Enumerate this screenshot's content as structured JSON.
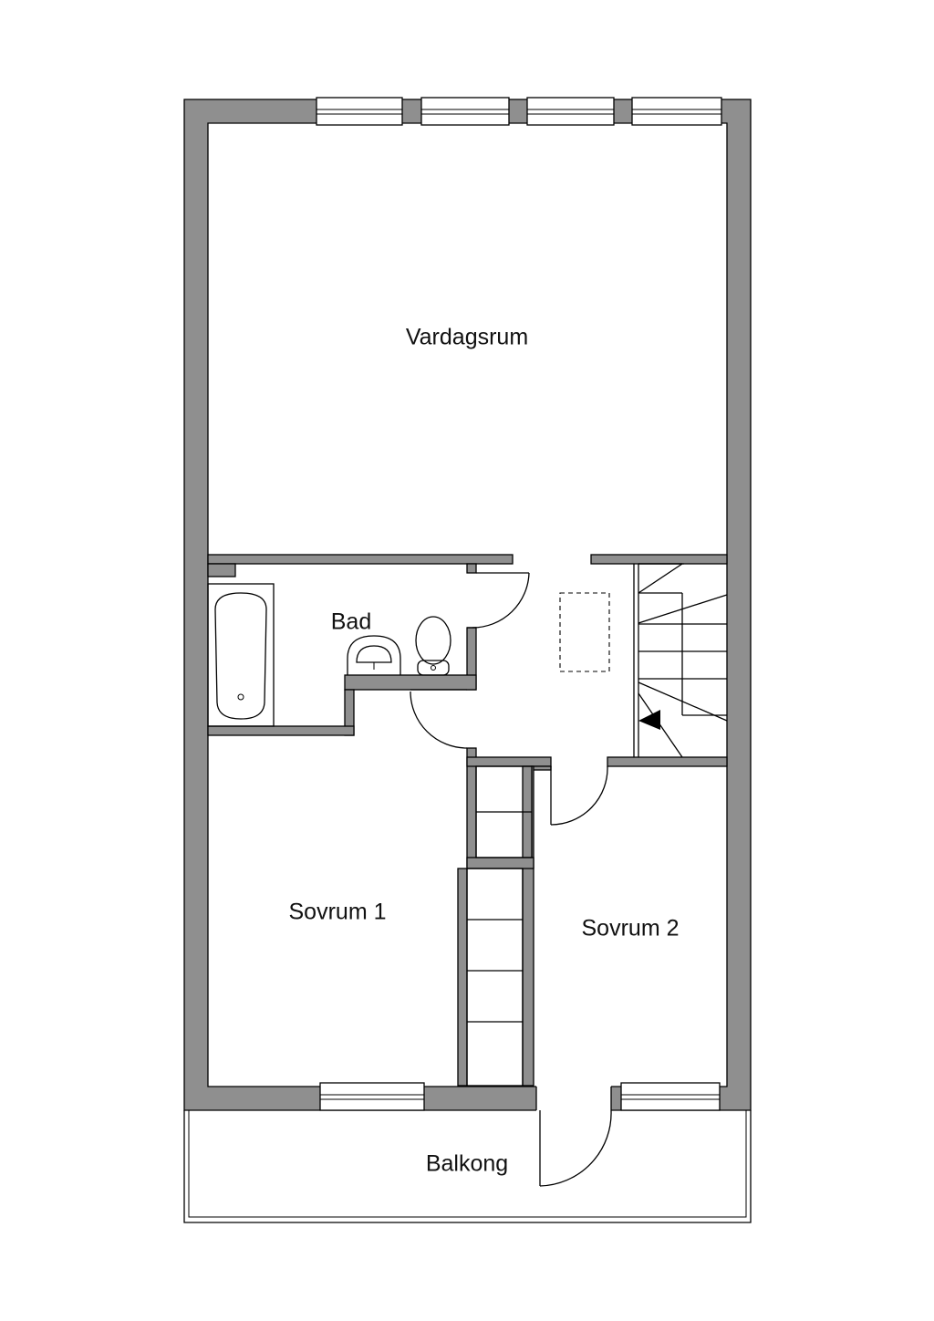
{
  "rooms": {
    "vardagsrum": "Vardagsrum",
    "bad": "Bad",
    "sovrum1": "Sovrum 1",
    "sovrum2": "Sovrum 2",
    "balkong": "Balkong"
  },
  "colors": {
    "wall": "#8f8f8f",
    "line": "#000000",
    "background": "#ffffff"
  }
}
